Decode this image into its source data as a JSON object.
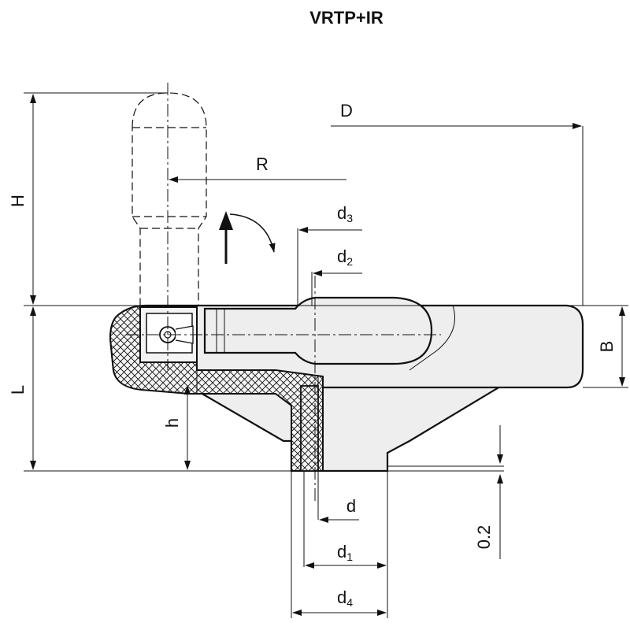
{
  "title": "VRTP+IR",
  "dimensions": {
    "H": "H",
    "L": "L",
    "h": "h",
    "D": "D",
    "R": "R",
    "B": "B",
    "d": "d",
    "d1": {
      "base": "d",
      "sub": "1"
    },
    "d2": {
      "base": "d",
      "sub": "2"
    },
    "d3": {
      "base": "d",
      "sub": "3"
    },
    "d4": {
      "base": "d",
      "sub": "4"
    },
    "gap": "0.2"
  }
}
